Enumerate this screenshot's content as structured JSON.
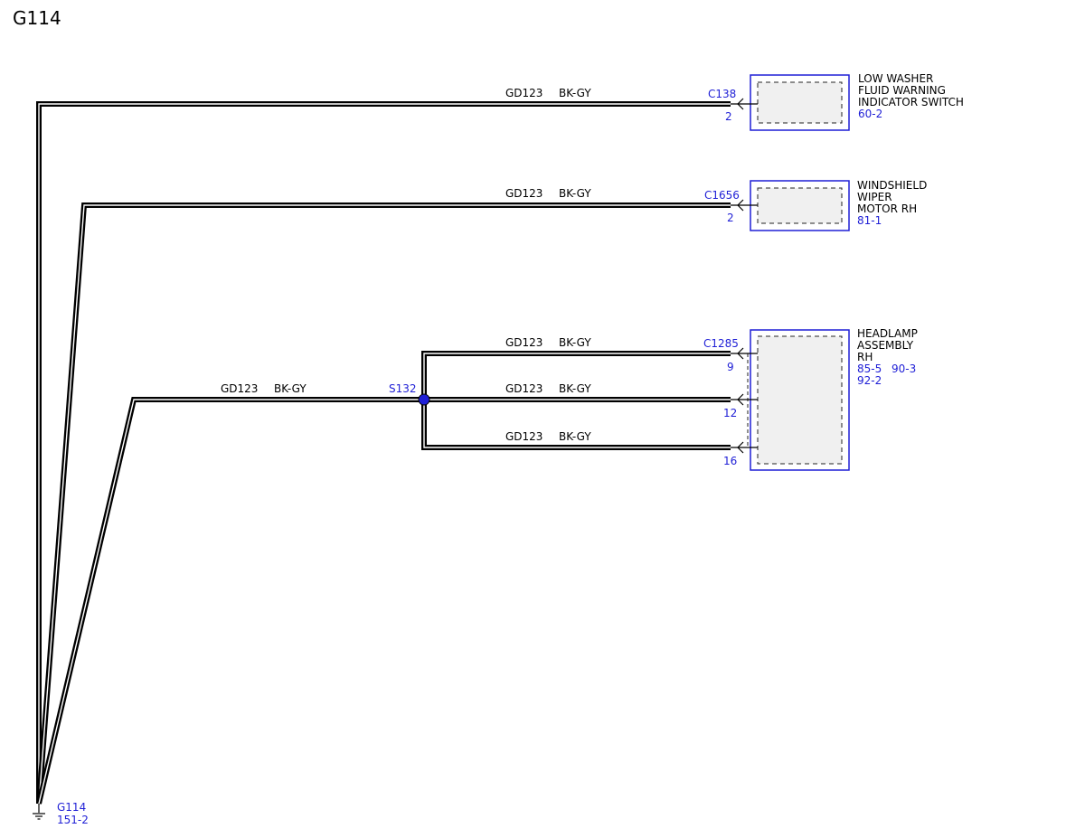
{
  "title": "G114",
  "colors": {
    "wire": "#000000",
    "reference_text": "#1f1fd6",
    "splice": "#1f1fd6",
    "component_fill": "#f0f0f0"
  },
  "wires": [
    {
      "id": "wire-1",
      "circuit": "GD123",
      "color_code": "BK-GY"
    },
    {
      "id": "wire-2",
      "circuit": "GD123",
      "color_code": "BK-GY"
    },
    {
      "id": "wire-3",
      "circuit": "GD123",
      "color_code": "BK-GY"
    },
    {
      "id": "wire-3a",
      "circuit": "GD123",
      "color_code": "BK-GY"
    },
    {
      "id": "wire-3b",
      "circuit": "GD123",
      "color_code": "BK-GY"
    },
    {
      "id": "wire-3c",
      "circuit": "GD123",
      "color_code": "BK-GY"
    }
  ],
  "splice": {
    "label": "S132"
  },
  "components": [
    {
      "name_lines": [
        "LOW WASHER",
        "FLUID WARNING",
        "INDICATOR SWITCH"
      ],
      "ref": "60-2",
      "connector": "C138",
      "pins": [
        "2"
      ]
    },
    {
      "name_lines": [
        "WINDSHIELD",
        "WIPER",
        "MOTOR RH"
      ],
      "ref": "81-1",
      "connector": "C1656",
      "pins": [
        "2"
      ]
    },
    {
      "name_lines": [
        "HEADLAMP",
        "ASSEMBLY",
        "RH"
      ],
      "refs": [
        "85-5",
        "90-3",
        "92-2"
      ],
      "connector": "C1285",
      "pins": [
        "9",
        "12",
        "16"
      ]
    }
  ],
  "ground": {
    "label": "G114",
    "ref": "151-2",
    "icon": "ground-icon"
  }
}
